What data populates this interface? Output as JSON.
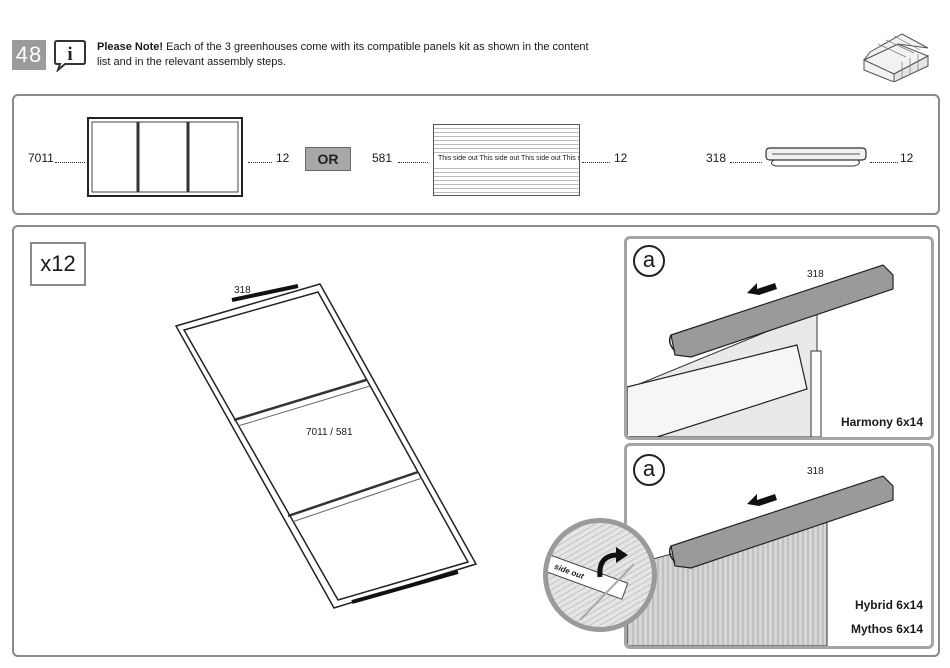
{
  "header": {
    "step_number": "48",
    "note_bold": "Please Note!",
    "note_text": " Each of the 3 greenhouses come with its compatible panels kit as shown in the content list and in the relevant assembly steps."
  },
  "parts": {
    "panel_frame": {
      "code": "7011",
      "qty": "12"
    },
    "or_label": "OR",
    "polycarbonate": {
      "code": "581",
      "qty": "12",
      "print": "This side out  This side out  This side out  This s"
    },
    "profile": {
      "code": "318",
      "qty": "12"
    }
  },
  "main": {
    "multiplier": "x12",
    "profile_label": "318",
    "panel_label": "7011 / 581"
  },
  "detail_a": {
    "letter": "a",
    "part": "318",
    "model": "Harmony 6x14"
  },
  "detail_b": {
    "letter": "a",
    "part": "318",
    "model_1": "Hybrid 6x14",
    "model_2": "Mythos 6x14",
    "sticker": "side out"
  }
}
